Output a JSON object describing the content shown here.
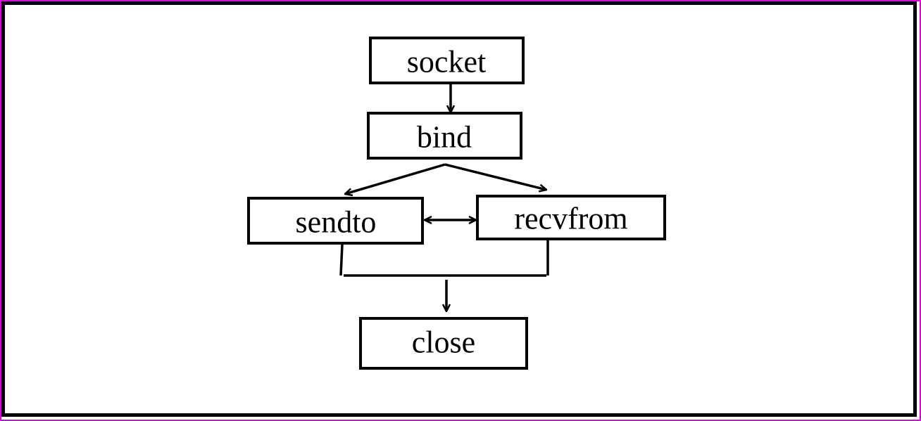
{
  "diagram": {
    "nodes": {
      "socket": "socket",
      "bind": "bind",
      "sendto": "sendto",
      "recvfrom": "recvfrom",
      "close": "close"
    },
    "edges": [
      {
        "from": "socket",
        "to": "bind",
        "direction": "forward"
      },
      {
        "from": "bind",
        "to": "sendto",
        "direction": "forward"
      },
      {
        "from": "bind",
        "to": "recvfrom",
        "direction": "forward"
      },
      {
        "from": "sendto",
        "to": "recvfrom",
        "direction": "both"
      },
      {
        "from": "sendto",
        "to": "close",
        "direction": "forward",
        "via": "merge"
      },
      {
        "from": "recvfrom",
        "to": "close",
        "direction": "forward",
        "via": "merge"
      }
    ],
    "colors": {
      "outer_border": "#e000e0",
      "inner_border": "#000000",
      "stroke": "#000000",
      "background": "#ffffff"
    }
  }
}
